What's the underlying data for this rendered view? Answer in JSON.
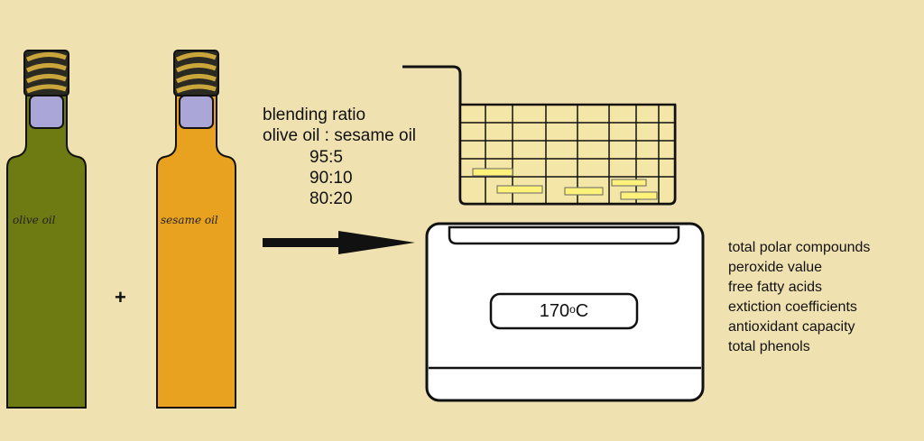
{
  "bottles": {
    "olive": {
      "label": "olive oil",
      "color": "#6e7a12"
    },
    "sesame": {
      "label": "sesame oil",
      "color": "#e8a21f"
    }
  },
  "plus_sign": "+",
  "blending": {
    "title": "blending ratio",
    "subtitle": "olive oil : sesame oil",
    "ratios": [
      "95:5",
      "90:10",
      "80:20"
    ]
  },
  "fryer": {
    "temperature_value": "170",
    "temperature_degree": "o",
    "temperature_unit": "C"
  },
  "analyses": [
    "total polar compounds",
    "peroxide value",
    "free fatty acids",
    "extiction coefficients",
    "antioxidant capacity",
    "total phenols"
  ],
  "colors": {
    "background": "#f0e2b0",
    "basket_fill": "#f3e6a6",
    "food_pieces": "#fff27a",
    "cap_gold": "#c9a53c",
    "neck_lavender": "#aaa6d8"
  }
}
